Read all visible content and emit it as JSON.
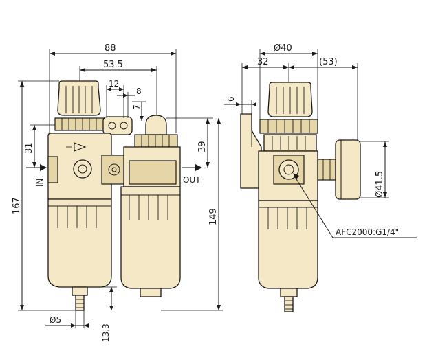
{
  "dimensions": {
    "width_88": "88",
    "width_53_5": "53.5",
    "d_12": "12",
    "d_8": "8",
    "d_7": "7",
    "height_31": "31",
    "height_39": "39",
    "height_167": "167",
    "height_149": "149",
    "dia_5": "Ø5",
    "d_13_3": "13.3",
    "dia_40": "Ø40",
    "d_32": "32",
    "d_53_paren": "(53)",
    "d_6": "6",
    "dia_41_5": "Ø41.5"
  },
  "ports": {
    "in_label": "IN",
    "out_label": "OUT"
  },
  "callout": {
    "port_spec": "AFC2000:G1/4\""
  }
}
